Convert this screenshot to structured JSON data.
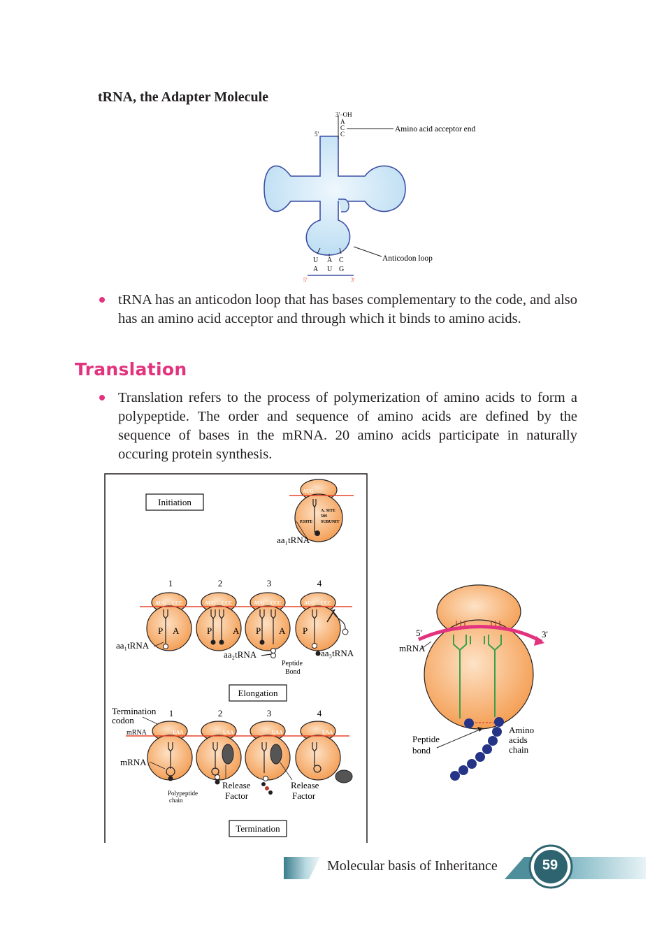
{
  "trna_section": {
    "heading": "tRNA, the Adapter Molecule",
    "diagram": {
      "end_3": "3'–OH",
      "acc_1": "A",
      "acc_2": "C",
      "acc_3": "C",
      "end_5": "5'",
      "acceptor_label": "Amino acid acceptor end",
      "anticodon_label": "Anticodon loop",
      "anticodon": [
        "U",
        "A",
        "C"
      ],
      "codon": [
        "A",
        "U",
        "G"
      ],
      "mrna_5": "5'",
      "mrna_3": "3'"
    },
    "bullet": "tRNA has an anticodon loop that has bases complementary to the code, and also has an amino acid acceptor and through which it binds to amino acids."
  },
  "translation_section": {
    "heading": "Translation",
    "bullet": "Translation refers to the process of polymerization of amino acids to form a polypeptide. The order and sequence of amino acids are defined by the sequence of bases in the mRNA. 20 amino acids participate in naturally occuring protein synthesis."
  },
  "process_figure": {
    "initiation": {
      "box": "Initiation",
      "codon": "AUG",
      "a_site": "A. SITE",
      "subunit_1": "50S",
      "subunit_2": "SUBUNIT",
      "p_site": "P.SITE",
      "trna": "aa₁tRNA"
    },
    "elongation": {
      "box": "Elongation",
      "steps": [
        "1",
        "2",
        "3",
        "4"
      ],
      "codon_1": "AUG",
      "codon_2": "CCC",
      "site_p": "P",
      "site_a": "A",
      "trna_1": "aa₁tRNA",
      "trna_2": "aa₂tRNA",
      "trna_3": "aa₃tRNA",
      "peptide_1": "Peptide",
      "peptide_2": "Bond"
    },
    "termination": {
      "box": "Termination",
      "steps": [
        "1",
        "2",
        "3",
        "4"
      ],
      "codon": "UAA",
      "term_1": "Termination",
      "term_2": "codon",
      "mrna_line": "mRNA",
      "mrna": "mRNA",
      "poly_1": "Polypeptide",
      "poly_2": "chain",
      "release_1": "Release",
      "release_2": "Factor"
    }
  },
  "ribosome_figure": {
    "end_5": "5'",
    "end_3": "3'",
    "mrna": "mRNA",
    "peptide_1": "Peptide",
    "peptide_2": "bond",
    "amino_1": "Amino",
    "amino_2": "acids",
    "amino_3": "chain"
  },
  "footer": {
    "title": "Molecular basis of Inheritance",
    "page_number": "59"
  },
  "colors": {
    "accent_pink": "#e2337e",
    "ribosome_orange": "#f6a35c",
    "trna_blue": "#cfe6f5",
    "mrna_red": "#e8442c",
    "footer_teal": "#2e6470"
  }
}
